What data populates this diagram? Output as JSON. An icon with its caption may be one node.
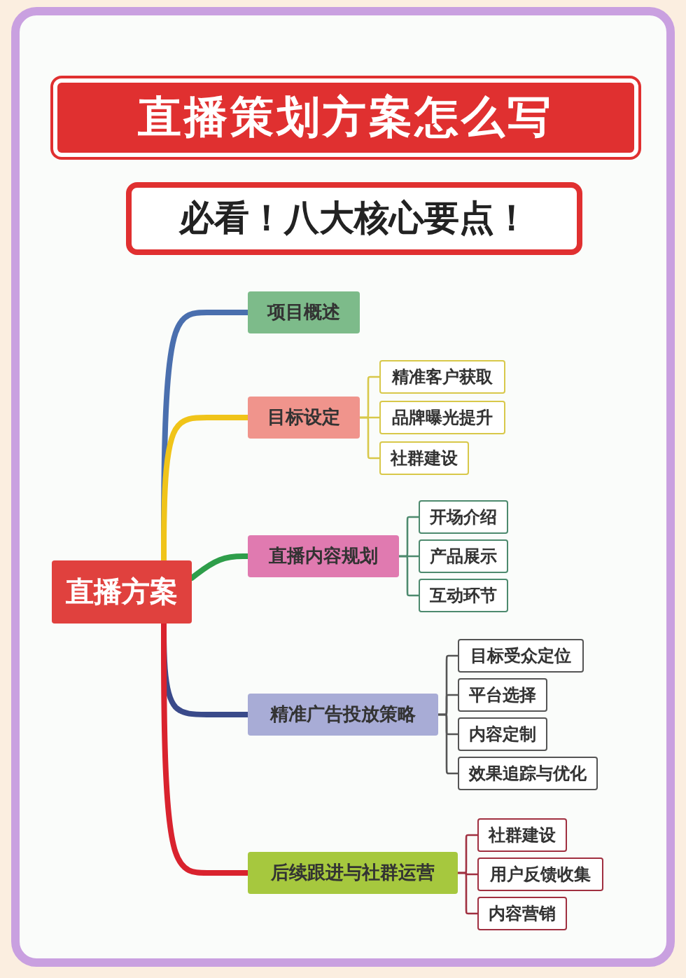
{
  "diagram": {
    "title": "直播策划方案怎么写",
    "nodes": [
      {
        "text": [
          "直播方案"
        ]
      },
      {
        "text": [
          "项目概述"
        ]
      },
      {
        "text": [
          "目标设定"
        ]
      },
      {
        "text": [
          "精准客户获取"
        ]
      },
      {
        "text": [
          "品牌曝光提升"
        ]
      },
      {
        "text": [
          "社群建设"
        ]
      },
      {
        "text": [
          "直播内容规划"
        ]
      },
      {
        "text": [
          "开场介绍"
        ]
      },
      {
        "text": [
          "产品展示"
        ]
      },
      {
        "text": [
          "互动环节"
        ]
      },
      {
        "text": [
          "精准广告投放策略"
        ]
      },
      {
        "text": [
          "目标受众定位"
        ]
      },
      {
        "text": [
          "平台选择"
        ]
      },
      {
        "text": [
          "内容定制"
        ]
      },
      {
        "text": [
          "效果追踪与优化"
        ]
      },
      {
        "text": [
          "后续跟进与社群运营"
        ]
      },
      {
        "text": [
          "社群建设"
        ]
      },
      {
        "text": [
          "用户反馈收集"
        ]
      },
      {
        "text": [
          "内容营销"
        ]
      }
    ],
    "edges": [
      {
        "from": 0,
        "to": 1,
        "arrow": "none",
        "style": "thick",
        "color": "#4a6fae"
      },
      {
        "from": 0,
        "to": 2,
        "arrow": "none",
        "style": "thick",
        "color": "#f0c419"
      },
      {
        "from": 2,
        "to": 3,
        "arrow": "none",
        "color": "#d8c84a"
      },
      {
        "from": 2,
        "to": 4,
        "arrow": "none",
        "color": "#d8c84a"
      },
      {
        "from": 2,
        "to": 5,
        "arrow": "none",
        "color": "#d8c84a"
      },
      {
        "from": 0,
        "to": 6,
        "arrow": "none",
        "style": "thick",
        "color": "#2e9e4a"
      },
      {
        "from": 6,
        "to": 7,
        "arrow": "none",
        "color": "#4d8a6e"
      },
      {
        "from": 6,
        "to": 8,
        "arrow": "none",
        "color": "#4d8a6e"
      },
      {
        "from": 6,
        "to": 9,
        "arrow": "none",
        "color": "#4d8a6e"
      },
      {
        "from": 0,
        "to": 10,
        "arrow": "none",
        "style": "thick",
        "color": "#3a4a8a"
      },
      {
        "from": 10,
        "to": 11,
        "arrow": "none",
        "color": "#555555"
      },
      {
        "from": 10,
        "to": 12,
        "arrow": "none",
        "color": "#555555"
      },
      {
        "from": 10,
        "to": 13,
        "arrow": "none",
        "color": "#555555"
      },
      {
        "from": 10,
        "to": 14,
        "arrow": "none",
        "color": "#555555"
      },
      {
        "from": 0,
        "to": 15,
        "arrow": "none",
        "style": "thick",
        "color": "#d9232e"
      },
      {
        "from": 15,
        "to": 16,
        "arrow": "none",
        "color": "#a03040"
      },
      {
        "from": 15,
        "to": 17,
        "arrow": "none",
        "color": "#a03040"
      },
      {
        "from": 15,
        "to": 18,
        "arrow": "none",
        "color": "#a03040"
      }
    ],
    "labels": [
      "必看！八大核心要点！"
    ]
  }
}
